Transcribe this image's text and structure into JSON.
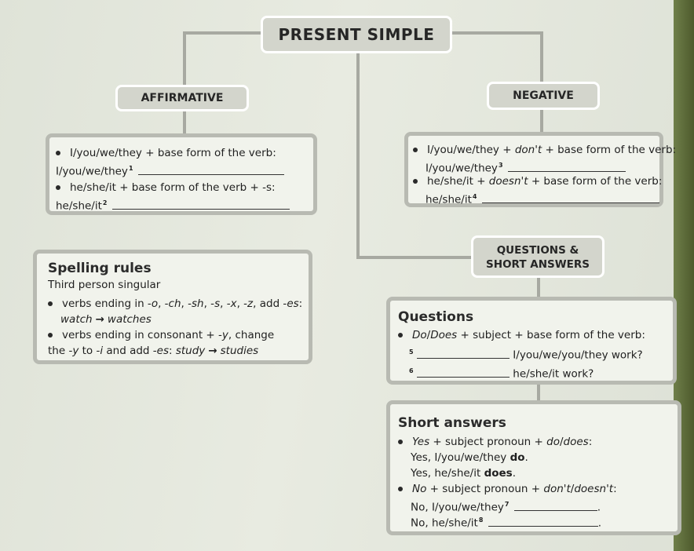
{
  "title": "PRESENT SIMPLE",
  "affirmative": {
    "label": "AFFIRMATIVE",
    "line1": "I/you/we/they + base form of the verb:",
    "line1_answer_prefix": "I/you/we/they",
    "line1_num": "1",
    "line2": "he/she/it + base form of the verb + -s:",
    "line2_answer_prefix": "he/she/it",
    "line2_num": "2"
  },
  "negative": {
    "label": "NEGATIVE",
    "line1_a": "I/you/we/they + ",
    "line1_b": "don't",
    "line1_c": " + base form of the verb:",
    "line1_answer_prefix": "I/you/we/they",
    "line1_num": "3",
    "line2_a": "he/she/it + ",
    "line2_b": "doesn't",
    "line2_c": " + base form of the verb:",
    "line2_answer_prefix": "he/she/it",
    "line2_num": "4"
  },
  "spelling": {
    "heading": "Spelling rules",
    "subheading": "Third person singular",
    "rule1_a": "verbs ending in -",
    "rule1_b": "o",
    "rule1_c": ", -",
    "rule1_d": "ch",
    "rule1_e": ", -",
    "rule1_f": "sh",
    "rule1_g": ", -",
    "rule1_h": "s",
    "rule1_i": ", -",
    "rule1_j": "x",
    "rule1_k": ", -",
    "rule1_l": "z",
    "rule1_m": ", add -",
    "rule1_n": "es",
    "rule1_o": ":",
    "ex1_from": "watch",
    "ex1_arrow": "→",
    "ex1_to": "watches",
    "rule2_a": "verbs ending in consonant + -",
    "rule2_b": "y",
    "rule2_c": ", change",
    "rule2_d": "the -",
    "rule2_e": "y",
    "rule2_f": " to -",
    "rule2_g": "i",
    "rule2_h": " and add -",
    "rule2_i": "es",
    "rule2_j": ": ",
    "ex2_from": "study",
    "ex2_arrow": "→",
    "ex2_to": "studies"
  },
  "qsa_label_1": "QUESTIONS &",
  "qsa_label_2": "SHORT ANSWERS",
  "questions": {
    "heading": "Questions",
    "rule_a": "Do",
    "rule_b": "/",
    "rule_c": "Does",
    "rule_d": " + subject + base form of the verb:",
    "q5_num": "5",
    "q5_text": "I/you/we/you/they work?",
    "q6_num": "6",
    "q6_text": "he/she/it work?"
  },
  "short_answers": {
    "heading": "Short answers",
    "yes_rule_a": "Yes",
    "yes_rule_b": " + subject pronoun + ",
    "yes_rule_c": "do",
    "yes_rule_d": "/",
    "yes_rule_e": "does",
    "yes_rule_f": ":",
    "yes1_a": "Yes, I/you/we/they ",
    "yes1_b": "do",
    "yes1_c": ".",
    "yes2_a": "Yes, he/she/it ",
    "yes2_b": "does",
    "yes2_c": ".",
    "no_rule_a": "No",
    "no_rule_b": " + subject pronoun + ",
    "no_rule_c": "don't",
    "no_rule_d": "/",
    "no_rule_e": "doesn't",
    "no_rule_f": ":",
    "no1_prefix": "No, I/you/we/they",
    "no1_num": "7",
    "no1_end": ".",
    "no2_prefix": "No, he/she/it",
    "no2_num": "8",
    "no2_end": "."
  }
}
